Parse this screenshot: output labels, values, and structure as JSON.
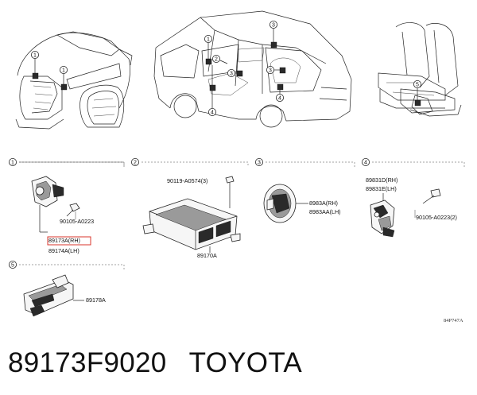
{
  "callouts": {
    "one": "1",
    "two": "2",
    "three": "3",
    "four": "4",
    "five": "5"
  },
  "sections": {
    "s1": {
      "marker": "1",
      "bolt": "90105-A0223",
      "part_rh": "89173A(RH)",
      "part_lh": "89174A(LH)"
    },
    "s2": {
      "marker": "2",
      "bolt": "90119-A0574(3)",
      "part": "89170A"
    },
    "s3": {
      "marker": "3",
      "part_rh": "8983A(RH)",
      "part_lh": "8983AA(LH)"
    },
    "s4": {
      "marker": "4",
      "part_rh": "89831D(RH)",
      "part_lh": "89831E(LH)",
      "bolt": "90105-A0223(2)"
    },
    "s5": {
      "marker": "5",
      "part": "89178A"
    }
  },
  "diagram_ref": "84P747A",
  "caption": {
    "part_number": "89173F9020",
    "brand": "TOYOTA"
  },
  "colors": {
    "highlight": "#d9342b",
    "line": "#222222"
  }
}
